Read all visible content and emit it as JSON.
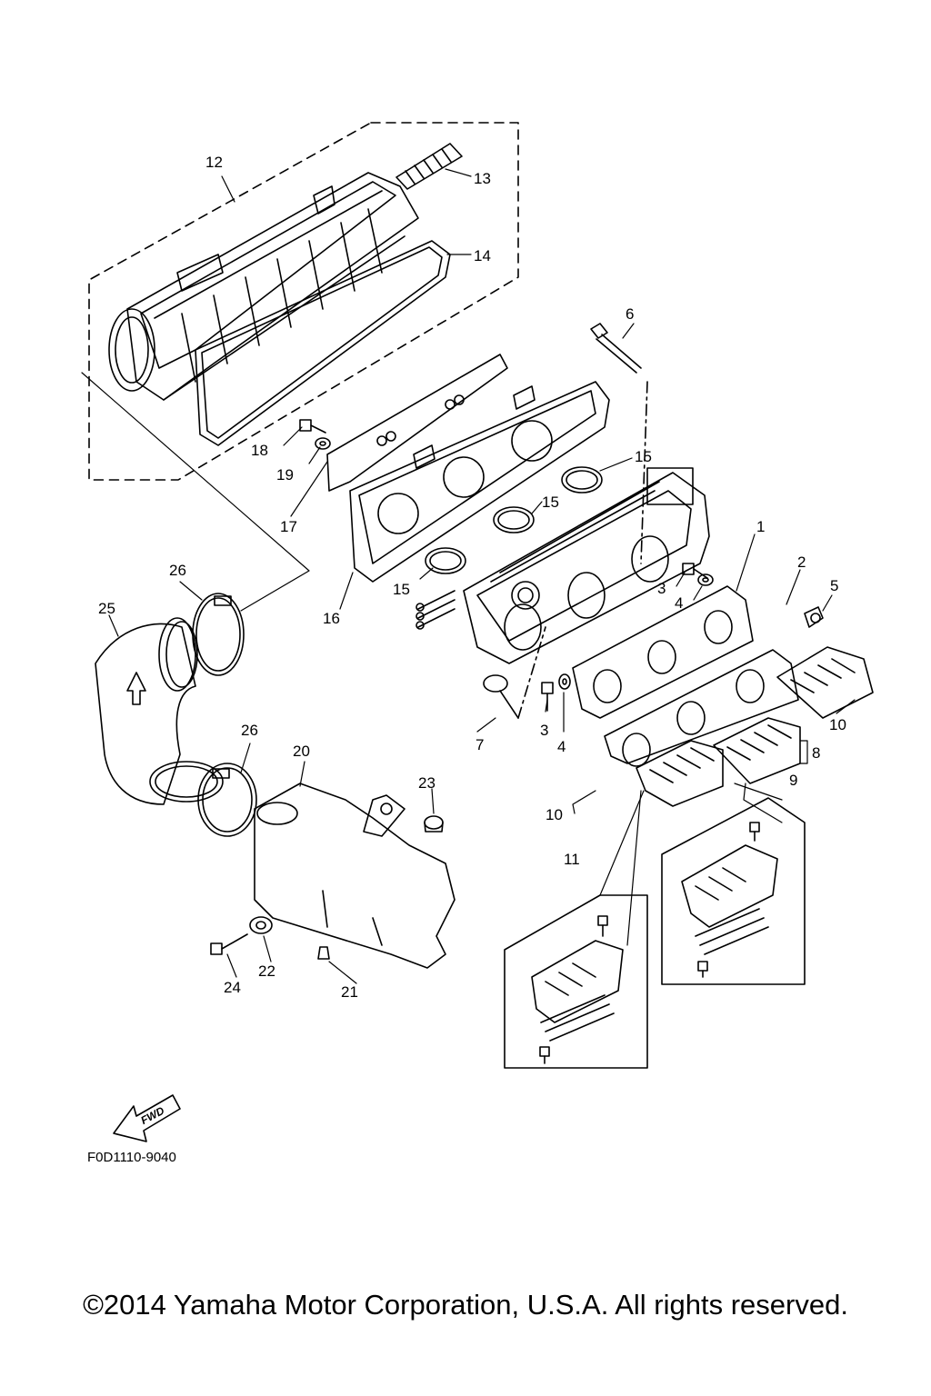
{
  "diagram": {
    "part_code": "F0D1110-9040",
    "fwd_label": "FWD",
    "callouts": {
      "c1": "1",
      "c2": "2",
      "c3a": "3",
      "c3b": "3",
      "c4a": "4",
      "c4b": "4",
      "c5": "5",
      "c6": "6",
      "c7": "7",
      "c8": "8",
      "c9": "9",
      "c10a": "10",
      "c10b": "10",
      "c11": "11",
      "c12": "12",
      "c13": "13",
      "c14": "14",
      "c15a": "15",
      "c15b": "15",
      "c15c": "15",
      "c16": "16",
      "c17": "17",
      "c18": "18",
      "c19": "19",
      "c20": "20",
      "c21": "21",
      "c22": "22",
      "c23": "23",
      "c24": "24",
      "c25": "25",
      "c26a": "26",
      "c26b": "26"
    }
  },
  "footer": {
    "copyright": "©2014 Yamaha Motor Corporation, U.S.A. All rights reserved."
  }
}
